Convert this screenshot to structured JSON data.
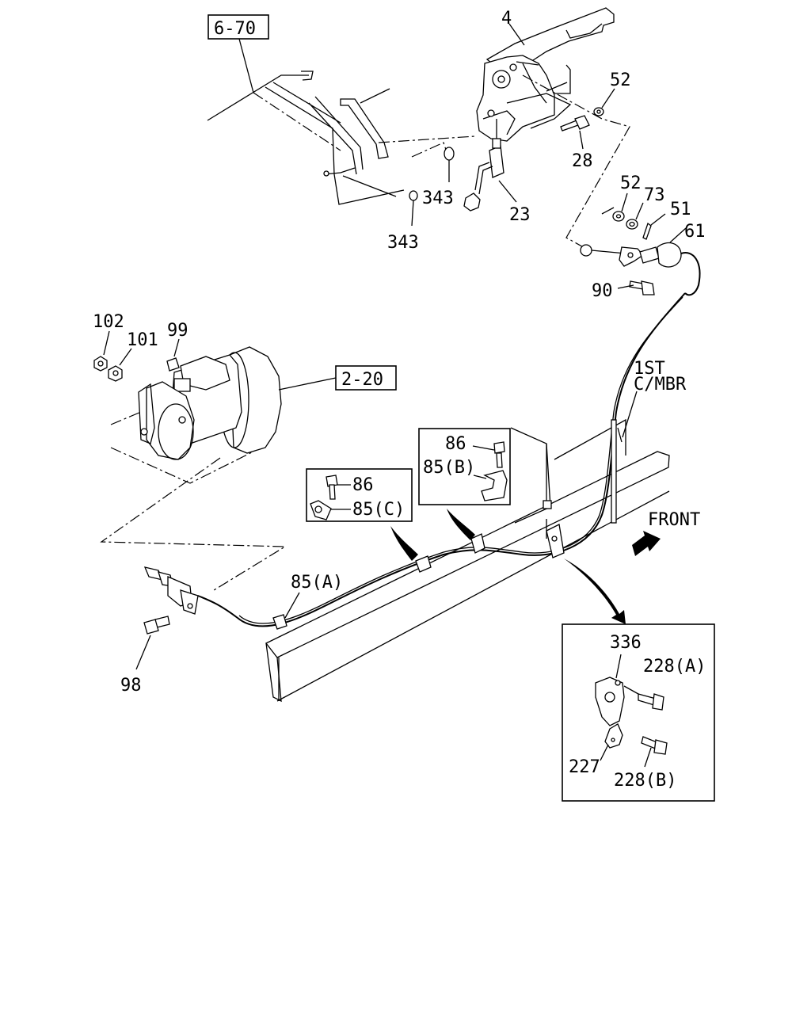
{
  "refs": {
    "ref_6_70": "6-70",
    "ref_2_20": "2-20"
  },
  "labels": {
    "p4": "4",
    "p52a": "52",
    "p28": "28",
    "p343a": "343",
    "p343b": "343",
    "p23": "23",
    "p52b": "52",
    "p73": "73",
    "p51": "51",
    "p61": "61",
    "p90": "90",
    "p102": "102",
    "p101": "101",
    "p99": "99",
    "p86a": "86",
    "p85b": "85(B)",
    "p86b": "86",
    "p85c": "85(C)",
    "p85a": "85(A)",
    "p98": "98",
    "p336": "336",
    "p228a": "228(A)",
    "p227": "227",
    "p228b": "228(B)"
  },
  "annotations": {
    "first_cmbr_line1": "1ST",
    "first_cmbr_line2": "C/MBR",
    "front": "FRONT"
  },
  "icons": {
    "front_arrow": "front-direction-arrow-icon"
  }
}
